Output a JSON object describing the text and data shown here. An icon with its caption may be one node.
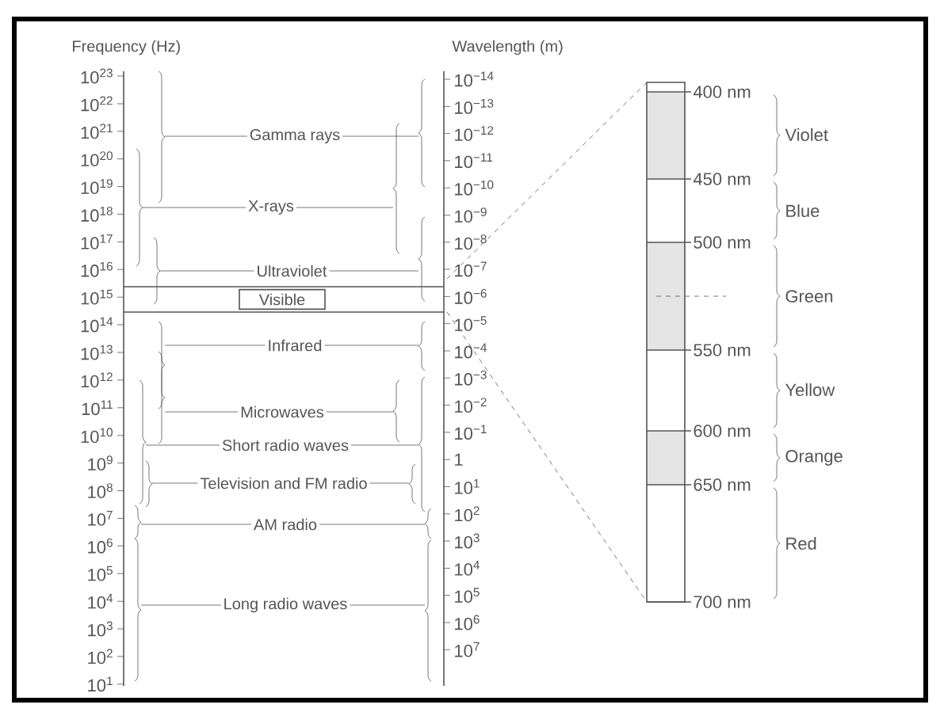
{
  "diagram": {
    "nodes": [
      {
        "text": [
          "Visible"
        ]
      }
    ],
    "labels": [
      "Frequency (Hz)",
      "Wavelength (m)",
      "10$^{23}$",
      "10$^{22}$",
      "10$^{21}$",
      "10$^{20}$",
      "10$^{19}$",
      "10$^{18}$",
      "10$^{17}$",
      "10$^{16}$",
      "10$^{15}$",
      "10$^{14}$",
      "10$^{13}$",
      "10$^{12}$",
      "10$^{11}$",
      "10$^{10}$",
      "10$^{9}$",
      "10$^{8}$",
      "10$^{7}$",
      "10$^{6}$",
      "10$^{5}$",
      "10$^{4}$",
      "10$^{3}$",
      "10$^{2}$",
      "10$^{1}$",
      "10$^{−14}$",
      "10$^{−13}$",
      "10$^{−12}$",
      "10$^{−11}$",
      "10$^{−10}$",
      "10$^{−9}$",
      "10$^{−8}$",
      "10$^{−7}$",
      "10$^{−6}$",
      "10$^{−5}$",
      "10$^{−4}$",
      "10$^{−3}$",
      "10$^{−2}$",
      "10$^{−1}$",
      "1",
      "10$^{1}$",
      "10$^{2}$",
      "10$^{3}$",
      "10$^{4}$",
      "10$^{5}$",
      "10$^{6}$",
      "10$^{7}$",
      "Gamma rays",
      "X-rays",
      "Ultraviolet",
      "Infrared",
      "Microwaves",
      "Short radio waves",
      "Television and FM radio",
      "AM radio",
      "Long radio waves",
      "400 nm",
      "450 nm",
      "500 nm",
      "550 nm",
      "600 nm",
      "650 nm",
      "700 nm",
      "Violet",
      "Blue",
      "Green",
      "Yellow",
      "Orange",
      "Red"
    ]
  }
}
